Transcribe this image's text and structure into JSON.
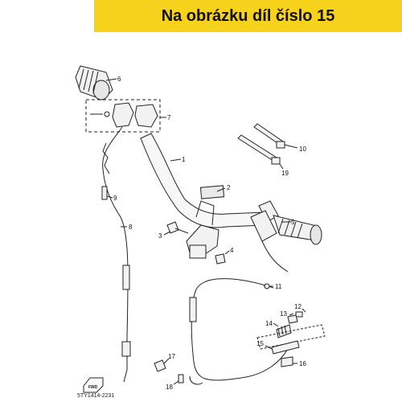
{
  "banner": {
    "text": "Na obrázku díl číslo 15",
    "color": "#f7d21c"
  },
  "callouts": {
    "p1": "1",
    "p2": "2",
    "p3": "3",
    "p4": "4",
    "p5": "5",
    "p6": "6",
    "p7": "7",
    "p8": "8",
    "p9": "9",
    "p10": "10",
    "p11": "11",
    "p12": "12",
    "p13": "13",
    "p14": "14",
    "p15": "15",
    "p16": "16",
    "p17": "17",
    "p18": "18",
    "p19": "19"
  },
  "front_arrow": "FWD",
  "diagram_code": "5TY1414-2231"
}
